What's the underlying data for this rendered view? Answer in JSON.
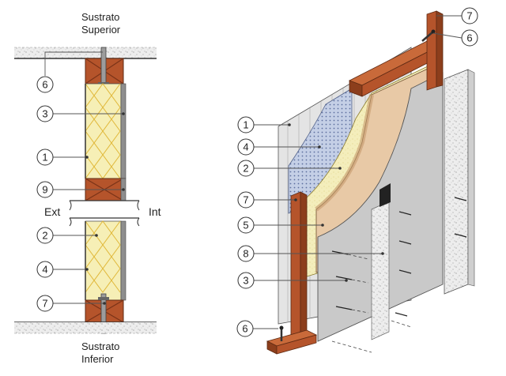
{
  "section": {
    "top_label_line1": "Sustrato",
    "top_label_line2": "Superior",
    "bottom_label_line1": "Sustrato",
    "bottom_label_line2": "Inferior",
    "ext_label": "Ext",
    "int_label": "Int",
    "callouts": [
      "6",
      "3",
      "1",
      "9",
      "2",
      "4",
      "7"
    ]
  },
  "exploded": {
    "callouts": [
      "7",
      "6",
      "1",
      "4",
      "2",
      "7",
      "5",
      "8",
      "3",
      "6"
    ]
  },
  "colors": {
    "wood": "#b5542b",
    "wood_dark": "#7a3318",
    "insulation": "#f6efb6",
    "insulation_line": "#e0b83a",
    "board": "#bfbfbf",
    "beige": "#e8c9a6",
    "concrete": "#e6e6e6",
    "membrane": "#b9c6e0"
  }
}
